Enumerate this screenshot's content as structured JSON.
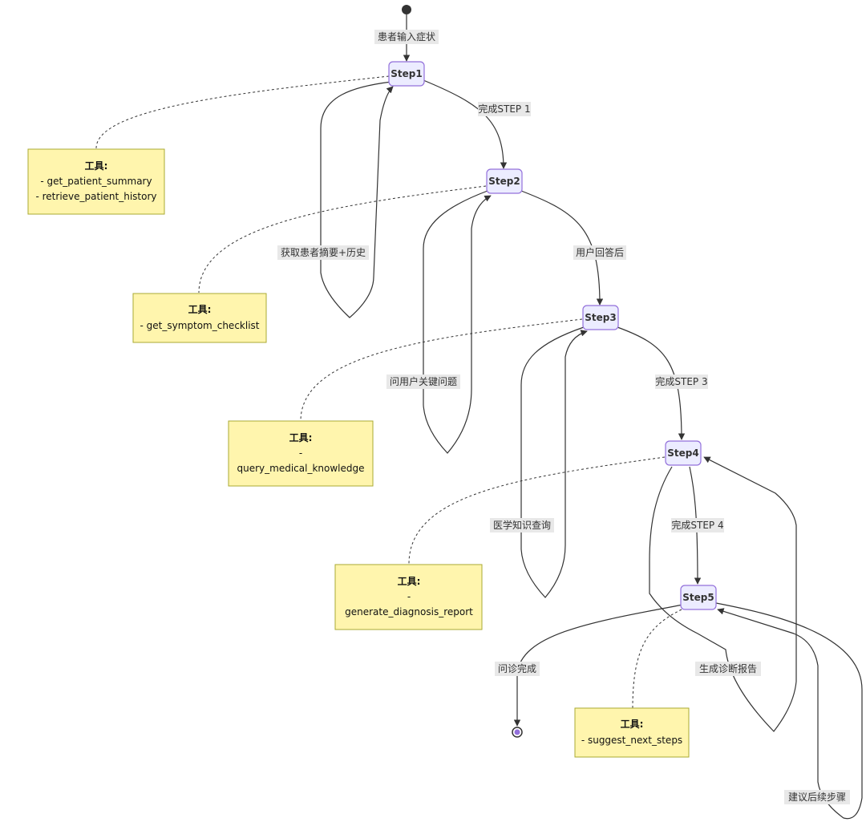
{
  "states": {
    "step1": "Step1",
    "step2": "Step2",
    "step3": "Step3",
    "step4": "Step4",
    "step5": "Step5"
  },
  "transitions": {
    "start_to_step1": "患者输入症状",
    "step1_to_step2": "完成STEP 1",
    "step1_self": "获取患者摘要+历史",
    "step2_to_step3": "用户回答后",
    "step2_self": "问用户关键问题",
    "step3_to_step4": "完成STEP 3",
    "step3_self": "医学知识查询",
    "step4_to_step5": "完成STEP 4",
    "step4_self": "生成诊断报告",
    "step5_to_end": "问诊完成",
    "step5_self": "建议后续步骤"
  },
  "notes": {
    "note1": {
      "title": "工具:",
      "lines": [
        "- get_patient_summary",
        "- retrieve_patient_history"
      ]
    },
    "note2": {
      "title": "工具:",
      "lines": [
        "- get_symptom_checklist"
      ]
    },
    "note3": {
      "title": "工具:",
      "lines": [
        "-",
        "query_medical_knowledge"
      ]
    },
    "note4": {
      "title": "工具:",
      "lines": [
        "-",
        "generate_diagnosis_report"
      ]
    },
    "note5": {
      "title": "工具:",
      "lines": [
        "- suggest_next_steps"
      ]
    }
  },
  "colors": {
    "state_fill": "#ececff",
    "state_border": "#9370db",
    "note_fill": "#fff5ad",
    "note_border": "#aaaa33",
    "edge": "#333333",
    "label_bg": "#e8e8e8"
  }
}
